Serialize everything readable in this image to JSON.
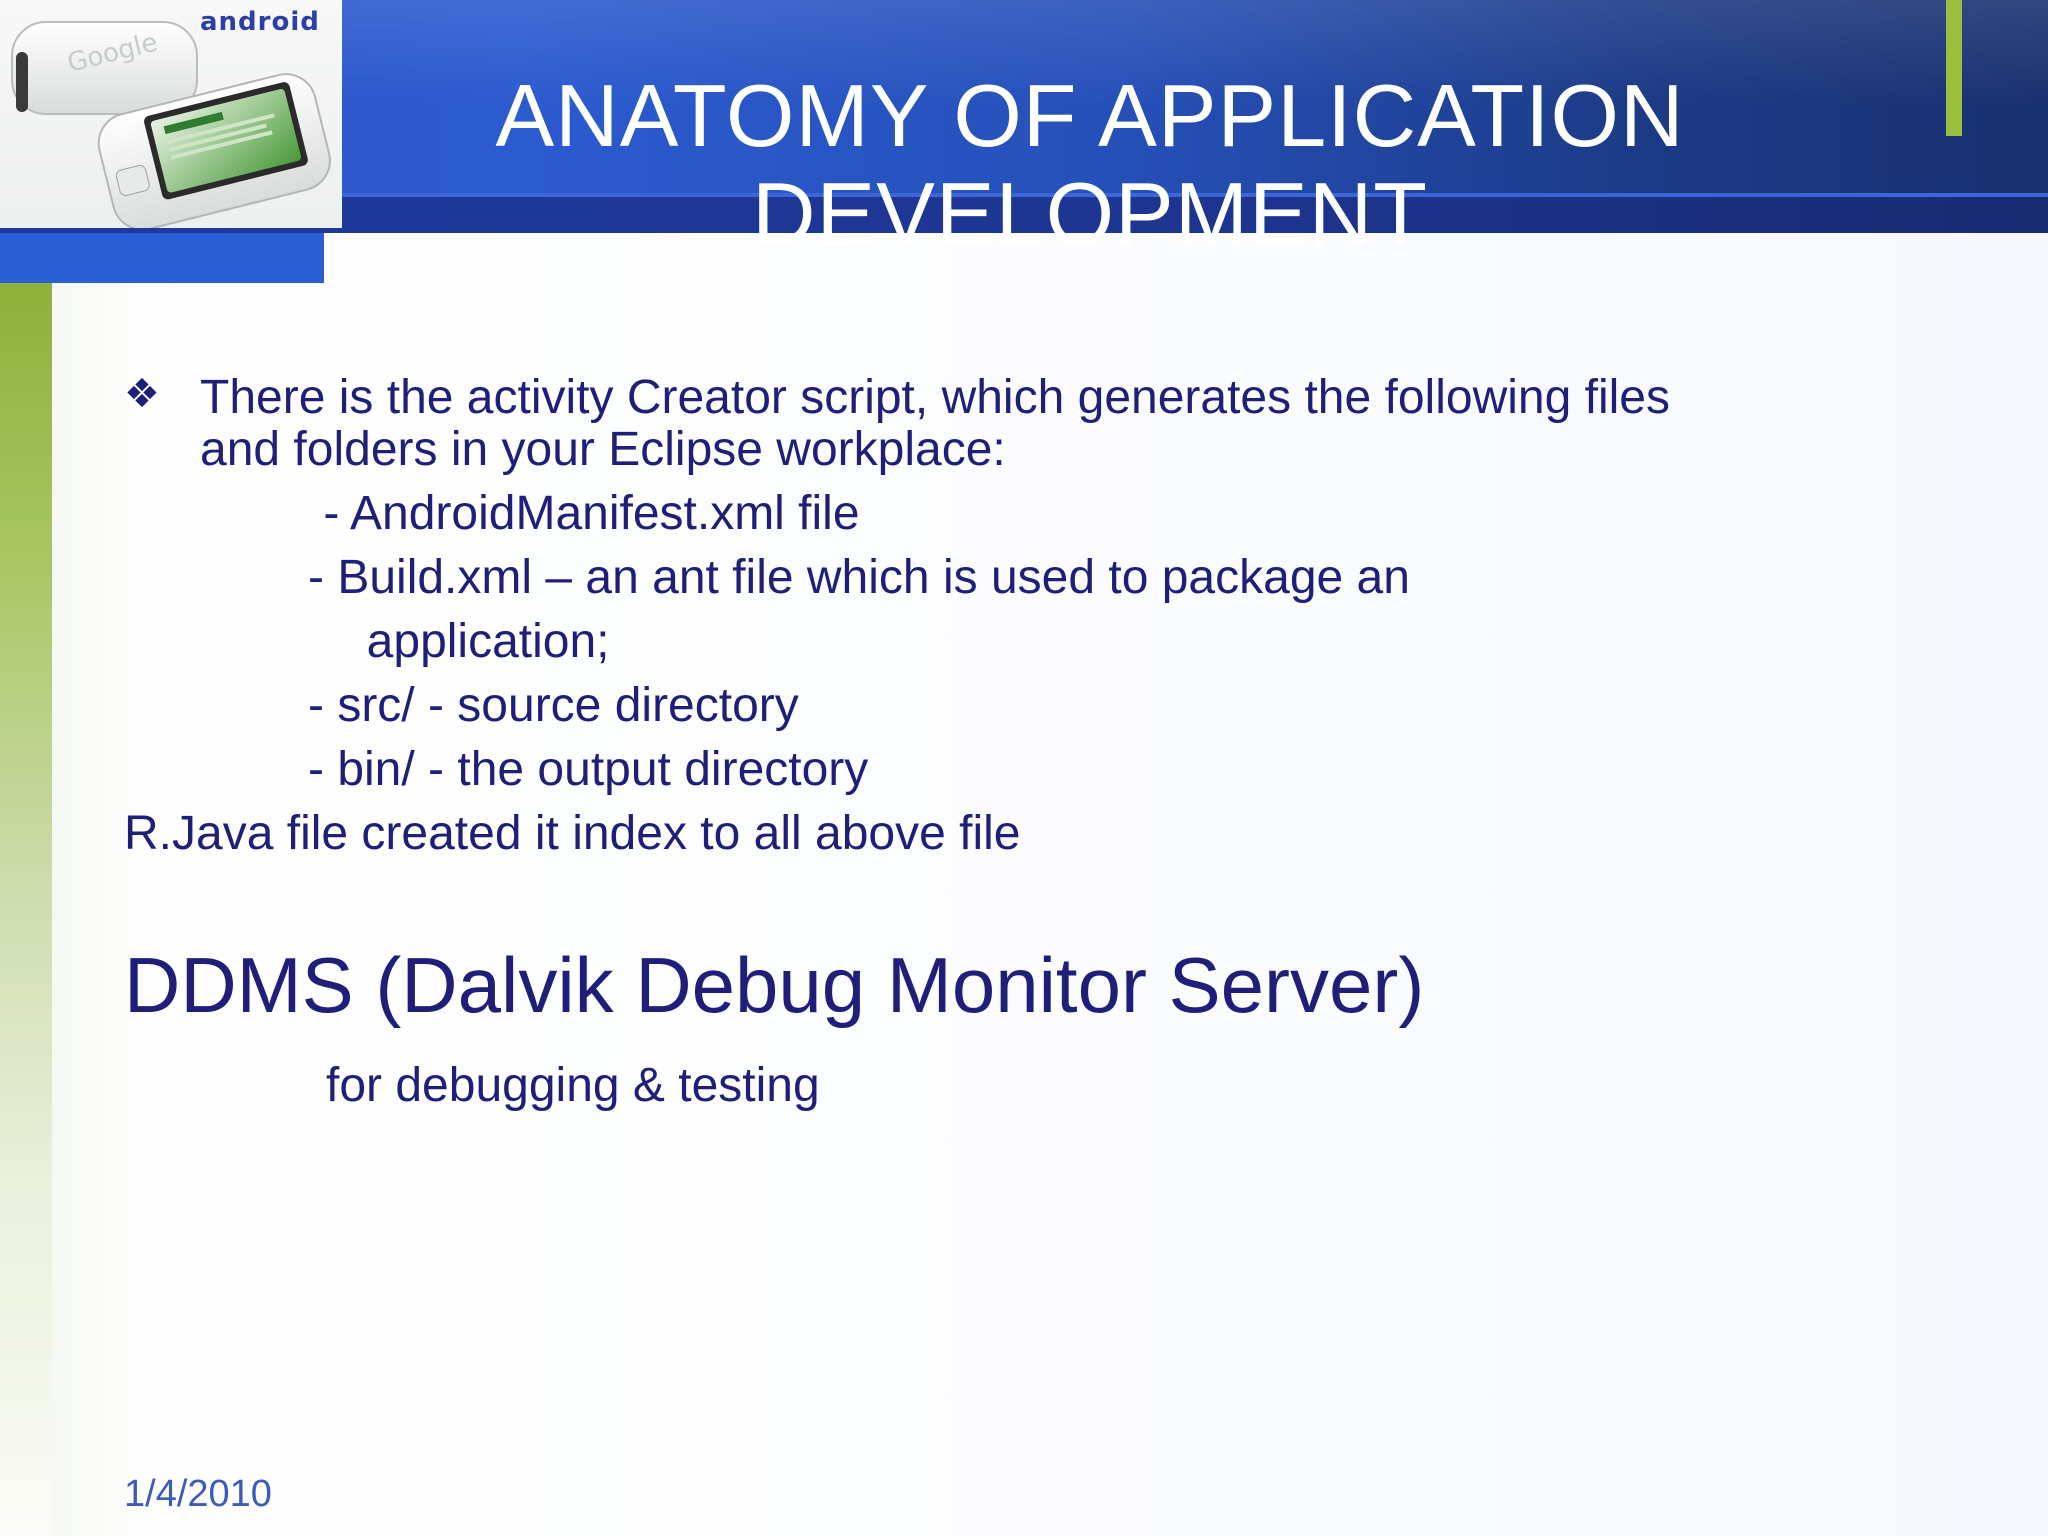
{
  "slide": {
    "logo_text": "android",
    "title_line1": "ANATOMY OF APPLICATION",
    "title_line2": "DEVELOPMENT",
    "bullet_symbol": "❖",
    "bullet_line1": "There is the activity Creator script, which generates the following files",
    "bullet_line2": "and folders in your Eclipse workplace:",
    "items": [
      " - AndroidManifest.xml file",
      "- Build.xml – an ant file which is used to package an",
      "  application;",
      "- src/ - source directory",
      "- bin/ - the output directory"
    ],
    "rjava_line": "R.Java file created it index to all above file",
    "ddms_heading": "DDMS (Dalvik Debug Monitor Server)",
    "ddms_sub": "for debugging & testing",
    "date": "1/4/2010"
  },
  "colors": {
    "header_blue": "#2a53c6",
    "header_dark": "#1a3170",
    "accent_green": "#9bbf3c",
    "text_navy": "#1f1f7a",
    "date_blue": "#3b5cb8"
  }
}
